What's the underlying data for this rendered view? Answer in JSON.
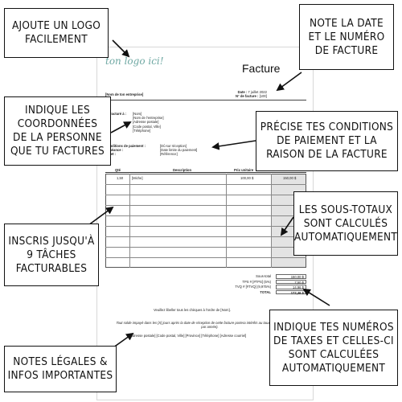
{
  "invoice": {
    "logo_text": "ton logo ici!",
    "title": "Facture",
    "company_name": "[Nom de ton entreprise]",
    "date_label": "Date :",
    "date_value": "7 juillet 2022",
    "invoice_number_label": "N° de facture :",
    "invoice_number_value": "[100]",
    "bill_to_label": "Facturé à :",
    "bill_to_lines": [
      "[Nom]",
      "[Nom de l'entreprise]",
      "[Adresse postale]",
      "[Code postal, Ville]",
      "[Téléphone]"
    ],
    "conditions_labels": [
      "Conditions de paiement :",
      "Échéance :",
      "Objet :"
    ],
    "conditions_values": [
      "[Dû sur réception]",
      "[Date limite du paiement]",
      "[Référence]"
    ],
    "table_headers": [
      "Qté",
      "Description",
      "Prix unitaire",
      "Total"
    ],
    "first_row": {
      "qty": "1,50",
      "description": "[Miche]",
      "unit_price": "100,00 $",
      "total": "150,00 $"
    },
    "totals": [
      {
        "label": "Sous-total",
        "value": "150,00 $"
      },
      {
        "label": "TPS # [#TPS] (5%)",
        "value": "7,50 $"
      },
      {
        "label": "TVQ # [#TVQ] (9,975%)",
        "value": "14,96 $"
      },
      {
        "label": "TOTAL",
        "value": "172,46 $"
      }
    ],
    "footer_cheque": "Veuillez libeller tous les chèques à l'ordre de [Nom].",
    "footer_legal": "Tout solde impayé dans les [X] jours après la date de réception de cette facture portera intérêts au taux de [X]% par mois (X% par année).",
    "footer_address": "[Adresse postale] [Code postal, Ville] [Province] [Téléphone] [Adresse courriel]"
  },
  "callouts": {
    "logo": [
      "Ajoute un logo",
      "facilement"
    ],
    "date": [
      "Note la date",
      "et le numéro",
      "de facture"
    ],
    "client": [
      "Indique les",
      "coordonnées",
      "de la personne",
      "que tu factures"
    ],
    "conditions": [
      "Précise tes conditions",
      "de paiement et la",
      "raison de la facture"
    ],
    "subtotals": [
      "Les sous-totaux",
      "sont calculés",
      "automatiquement"
    ],
    "tasks": [
      "Inscris jusqu'à",
      "9 tâches",
      "facturables"
    ],
    "taxes": [
      "Indique tes numéros",
      "de taxes et celles-ci",
      "sont calculées",
      "automatiquement"
    ],
    "notes": [
      "Notes légales &",
      "infos importantes"
    ]
  }
}
